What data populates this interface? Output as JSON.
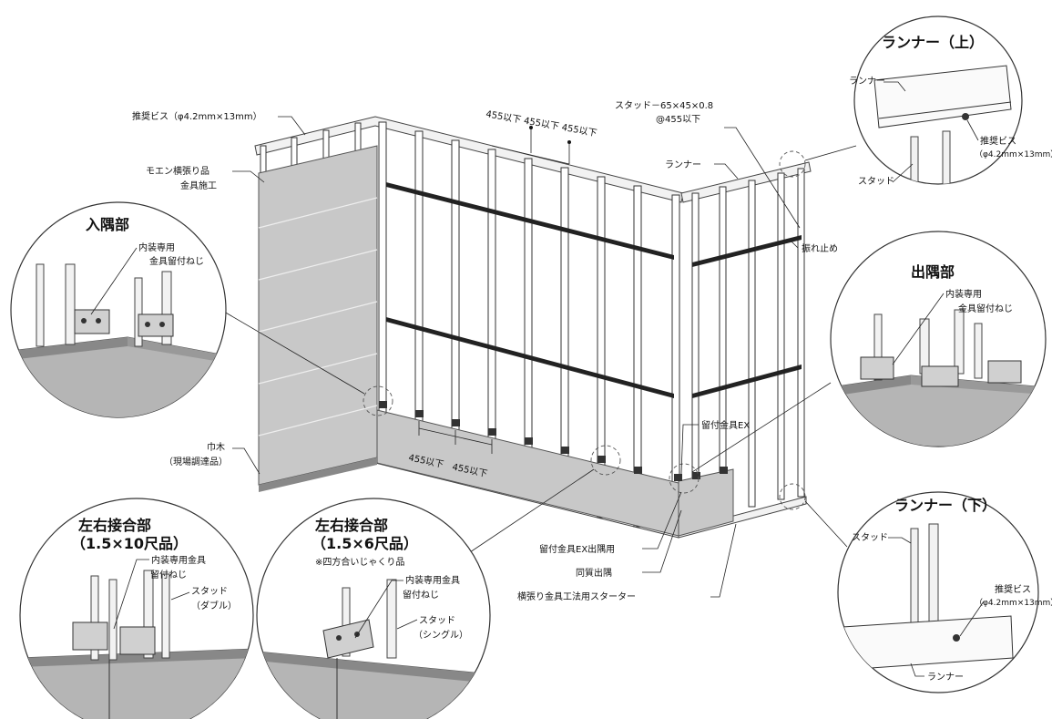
{
  "labels": {
    "recommended_screw": "推奨ビス（φ4.2mm×13mm）",
    "moen_line1": "モエン横張り品",
    "moen_line2": "金具施工",
    "dim_top": "455以下 455以下 455以下",
    "stud_spec": "スタッド－65×45×0.8",
    "stud_pitch": "@455以下",
    "runner": "ランナー",
    "sway_brace": "振れ止め",
    "baseboard": "巾木",
    "baseboard_note": "（現場調達品）",
    "dim_bottom": "455以下　455以下",
    "fix_ex": "留付金具EX",
    "fix_ex_outer": "留付金具EX出隅用",
    "same_corner": "同質出隅",
    "starter": "横張り金具工法用スターター"
  },
  "details": {
    "inner_corner": {
      "title": "入隅部",
      "note1": "内装専用",
      "note2": "金具留付ねじ"
    },
    "outer_corner": {
      "title": "出隅部",
      "note1": "内装専用",
      "note2": "金具留付ねじ"
    },
    "runner_top": {
      "title": "ランナー（上）",
      "runner": "ランナー",
      "screw": "推奨ビス",
      "screw_spec": "（φ4.2mm×13mm）",
      "stud": "スタッド"
    },
    "runner_bottom": {
      "title": "ランナー（下）",
      "stud": "スタッド",
      "screw": "推奨ビス",
      "screw_spec": "（φ4.2mm×13mm）",
      "runner": "ランナー"
    },
    "joint_10": {
      "title1": "左右接合部",
      "title2": "（1.5×10尺品）",
      "note1": "内装専用金具",
      "note2": "留付ねじ",
      "stud": "スタッド",
      "stud_type": "（ダブル）"
    },
    "joint_6": {
      "title1": "左右接合部",
      "title2": "（1.5×6尺品）",
      "title3": "※四方合いじゃくり品",
      "note1": "内装専用金具",
      "note2": "留付ねじ",
      "stud": "スタッド",
      "stud_type": "（シングル）"
    }
  }
}
